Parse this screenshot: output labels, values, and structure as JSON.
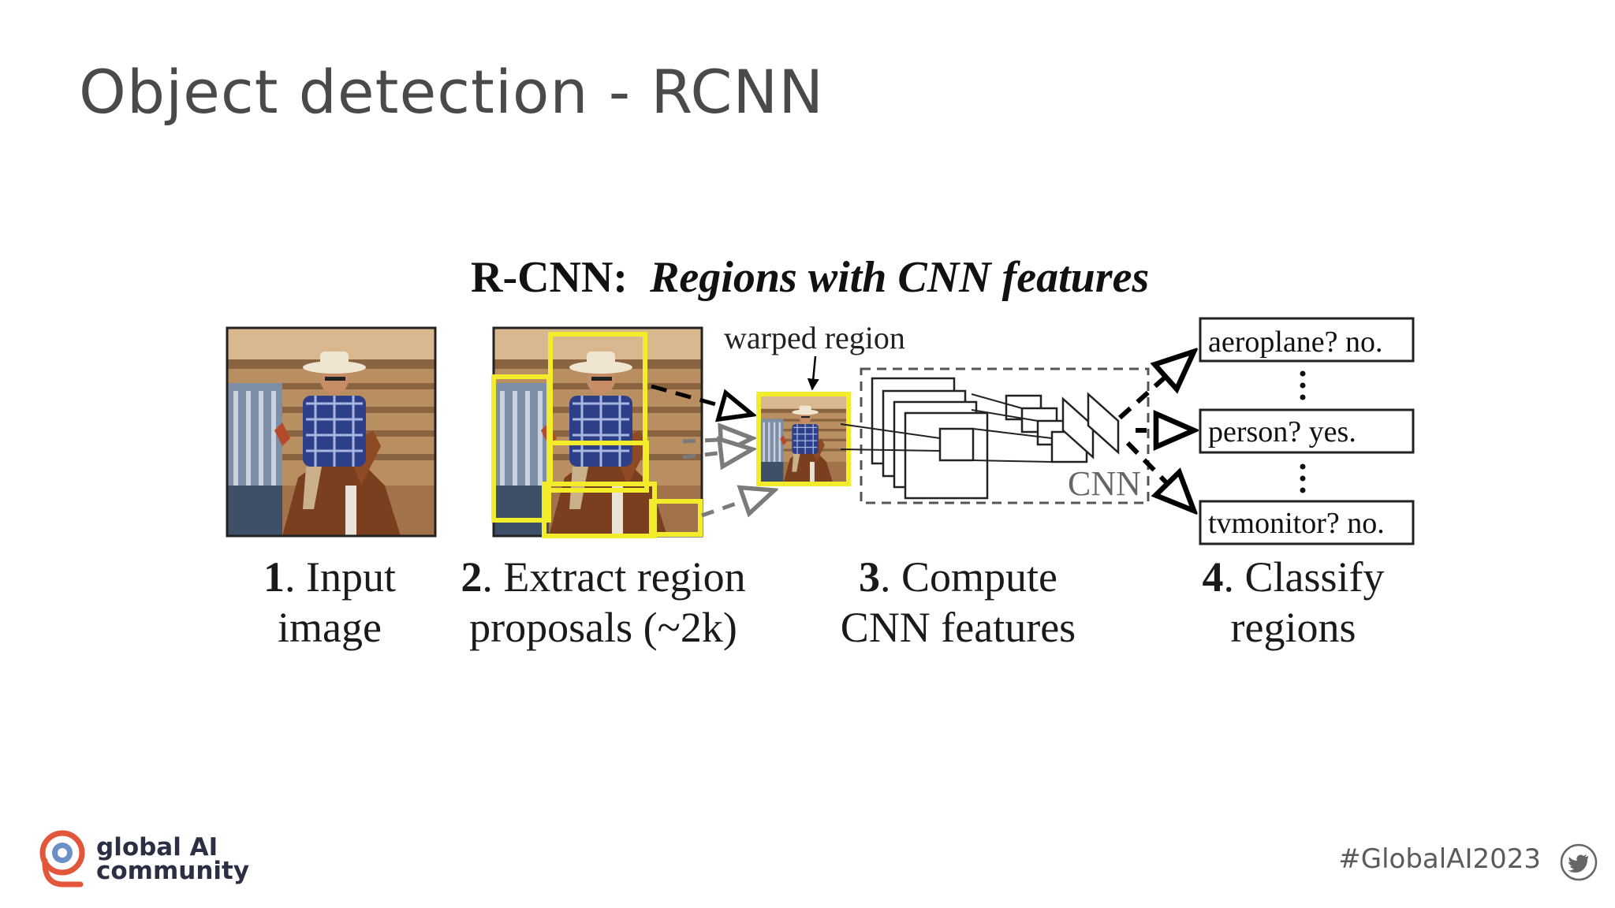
{
  "slide": {
    "title": "Object detection - RCNN"
  },
  "figure": {
    "heading_bold": "R-CNN:",
    "heading_italic": "Regions with CNN features",
    "warped_region_label": "warped region",
    "cnn_label": "CNN",
    "steps": [
      {
        "num": "1",
        "line1": ". Input",
        "line2": "image"
      },
      {
        "num": "2",
        "line1": ". Extract region",
        "line2": "proposals (~2k)"
      },
      {
        "num": "3",
        "line1": ". Compute",
        "line2": "CNN features"
      },
      {
        "num": "4",
        "line1": ". Classify",
        "line2": "regions"
      }
    ],
    "classes": [
      {
        "text": "aeroplane? no."
      },
      {
        "text": "person? yes."
      },
      {
        "text": "tvmonitor? no."
      }
    ],
    "proposal_color": "#f2ec2a"
  },
  "footer": {
    "logo_line1": "global AI",
    "logo_line2": "community",
    "hashtag": "#GlobalAI2023",
    "logo_icon": "global-ai-logo-icon",
    "social_icon": "twitter-icon"
  }
}
